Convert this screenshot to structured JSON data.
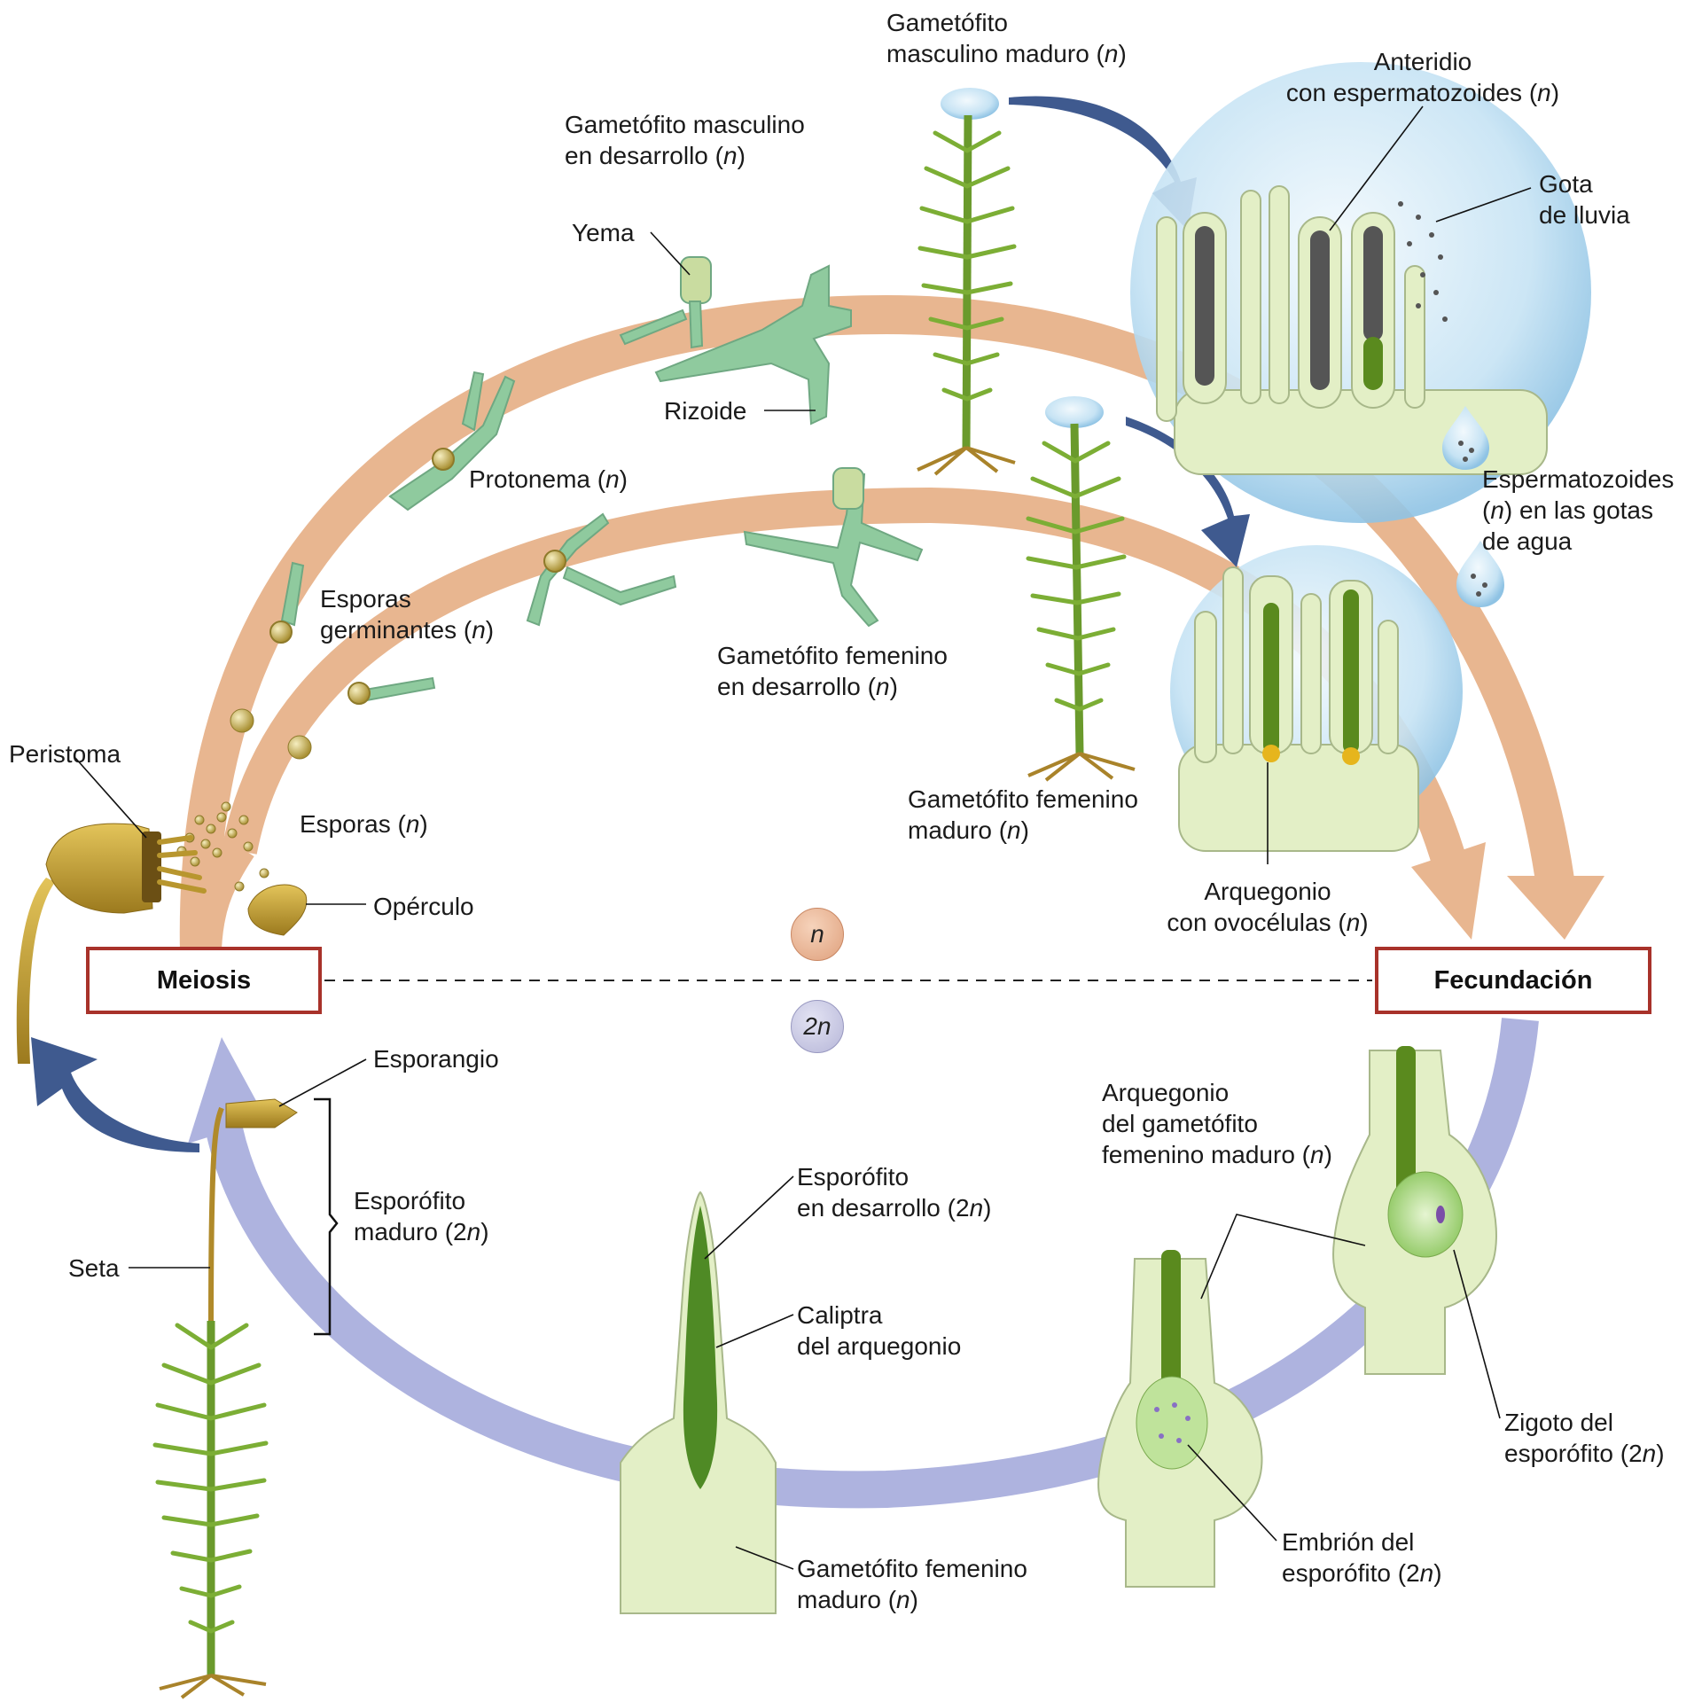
{
  "diagram": {
    "title": "Ciclo de vida de un musgo",
    "colors": {
      "haploid_arrow": "#e8b690",
      "diploid_arrow": "#aeb3df",
      "transfer_arrow": "#3f5a8f",
      "box_border": "#a8322a",
      "filament_green": "#8fca9e",
      "plant_green": "#6a9a2c",
      "sporangium_gold": "#c9a33a",
      "water_blue": "#bfe0f3",
      "tissue_green": "#e3efc6"
    },
    "processes": {
      "meiosis": "Meiosis",
      "fertilization": "Fecundación"
    },
    "ploidy": {
      "haploid": "n",
      "diploid": "2n"
    },
    "labels": {
      "male_mature": [
        "Gametófito",
        "masculino maduro (n)"
      ],
      "antheridium": [
        "Anteridio",
        "con espermatozoides (n)"
      ],
      "raindrop": [
        "Gota",
        "de lluvia"
      ],
      "male_developing": [
        "Gametófito masculino",
        "en desarrollo (n)"
      ],
      "bud": [
        "Yema"
      ],
      "rhizoid": [
        "Rizoide"
      ],
      "protonema": [
        "Protonema (n)"
      ],
      "sperm_in_drops": [
        "Espermatozoides",
        "(n) en las gotas",
        "de agua"
      ],
      "germinating_spores": [
        "Esporas",
        "germinantes (n)"
      ],
      "female_developing": [
        "Gametófito femenino",
        "en desarrollo (n)"
      ],
      "peristome": [
        "Peristoma"
      ],
      "spores": [
        "Esporas (n)"
      ],
      "female_mature_top": [
        "Gametófito femenino",
        "maduro (n)"
      ],
      "operculum": [
        "Opérculo"
      ],
      "archegonium_eggs": [
        "Arquegonio",
        "con ovocélulas (n)"
      ],
      "sporangium": [
        "Esporangio"
      ],
      "archegonium_female": [
        "Arquegonio",
        "del gametófito",
        "femenino maduro (n)"
      ],
      "sporophyte_developing": [
        "Esporófito",
        "en desarrollo (2n)"
      ],
      "sporophyte_mature": [
        "Esporófito",
        "maduro (2n)"
      ],
      "seta": [
        "Seta"
      ],
      "calyptra": [
        "Caliptra",
        "del arquegonio"
      ],
      "zygote": [
        "Zigoto del",
        "esporófito (2n)"
      ],
      "embryo": [
        "Embrión del",
        "esporófito (2n)"
      ],
      "female_mature_bottom": [
        "Gametófito femenino",
        "maduro (n)"
      ]
    }
  }
}
